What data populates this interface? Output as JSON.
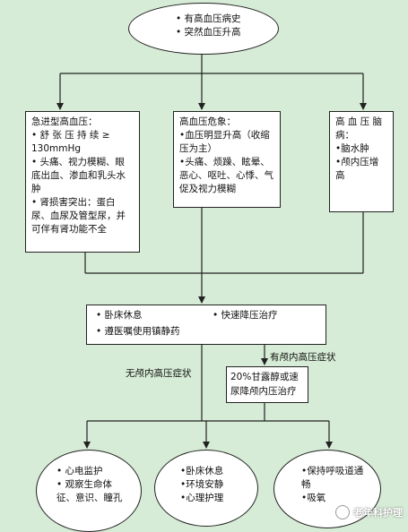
{
  "top_node": {
    "lines": [
      "• 有高血压病史",
      "• 突然血压升高"
    ]
  },
  "branches": [
    {
      "title": "急进型高血压：",
      "items": [
        "•  舒 张 压 持 续 ≥ 130mmHg",
        "•  头痛、视力模糊、眼底出血、渗血和乳头水肿",
        "•  肾损害突出：蛋白尿、血尿及管型尿，并可伴有肾功能不全"
      ]
    },
    {
      "title": "高血压危象：",
      "items": [
        "•血压明显升高（收缩压为主）",
        "•头痛、烦躁、眩晕、恶心、呕吐、心悸、气促及视力模糊"
      ]
    },
    {
      "title": "高 血 压 脑病：",
      "items": [
        "•脑水肿",
        "•颅内压增高"
      ]
    }
  ],
  "center_box": {
    "items": [
      "• 卧床休息",
      "• 快速降压治疗",
      "• 遵医嘱使用镇静药"
    ]
  },
  "edge_labels": {
    "no_ich": "无颅内高压症状",
    "has_ich": "有颅内高压症状"
  },
  "mannitol_box": {
    "text": "20%甘露醇或速尿降颅内压治疗"
  },
  "bottom_nodes": [
    {
      "items": [
        "• 心电监护",
        "•  观察生命体征、意识、瞳孔"
      ]
    },
    {
      "items": [
        "•卧床休息",
        "•环境安静",
        "•心理护理"
      ]
    },
    {
      "items": [
        "•保持呼吸道通畅",
        "•吸氧"
      ]
    }
  ],
  "watermark": {
    "text": "老年科护理"
  },
  "colors": {
    "background": "#d6ecd6",
    "stroke": "#222222",
    "box": "#ffffff"
  }
}
